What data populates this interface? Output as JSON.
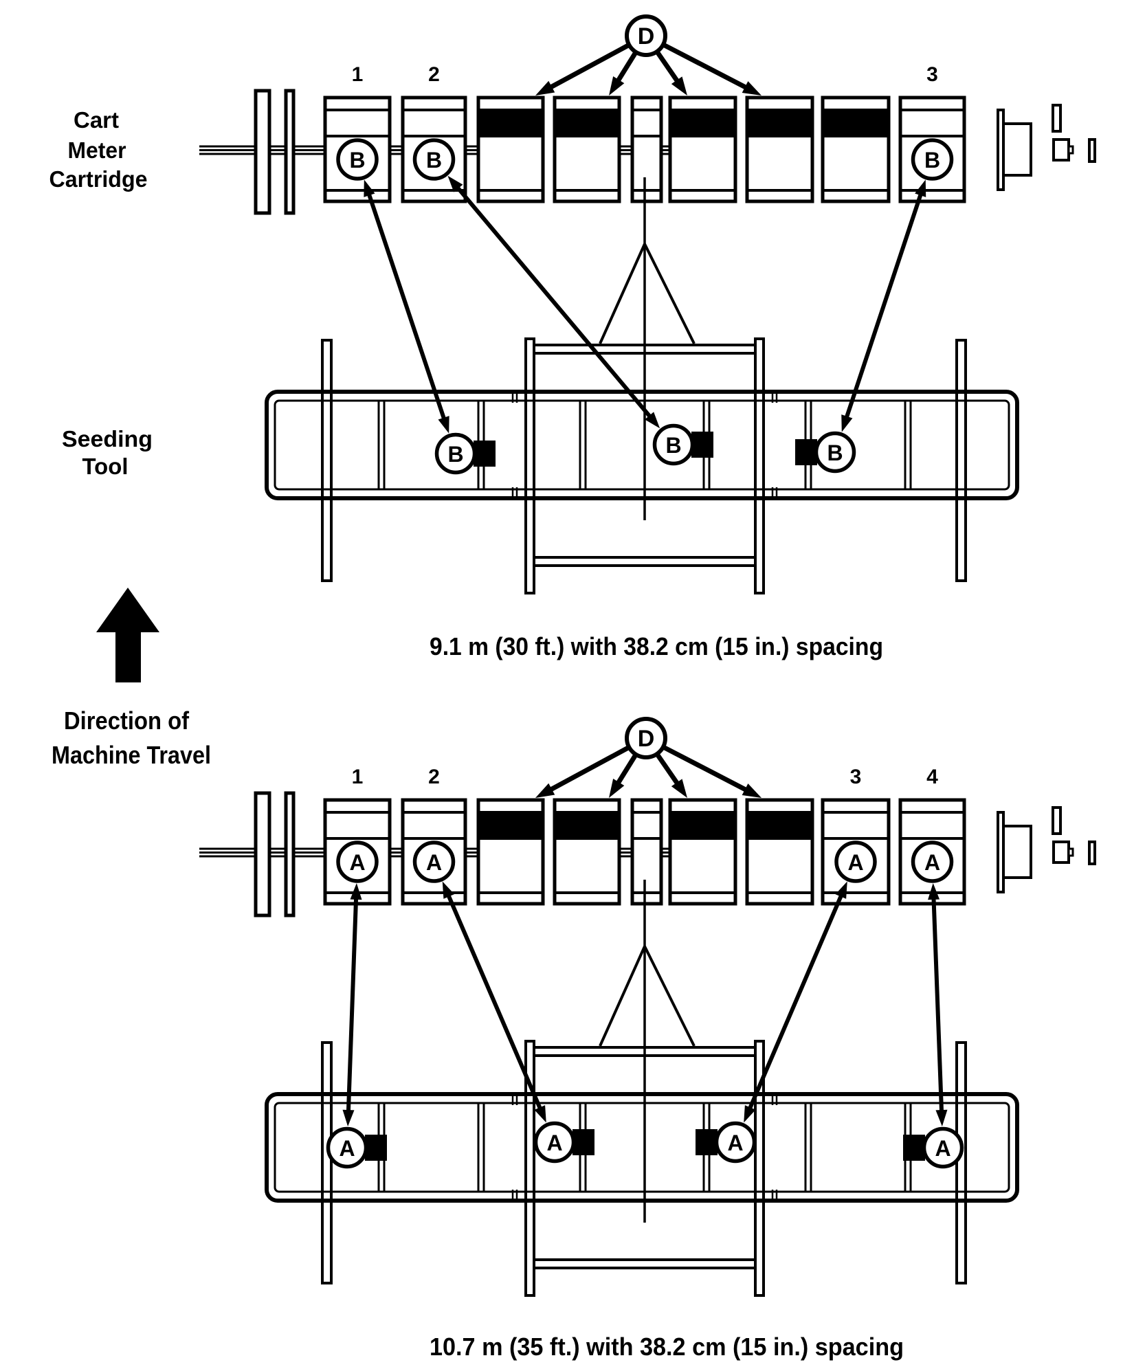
{
  "colors": {
    "ink": "#000000",
    "paper": "#ffffff"
  },
  "labels": {
    "cart_meter_cartridge": [
      "Cart",
      "Meter",
      "Cartridge"
    ],
    "seeding_tool": [
      "Seeding",
      "Tool"
    ],
    "direction_of_travel": [
      "Direction of",
      "Machine Travel"
    ]
  },
  "diagrams": [
    {
      "caption": "9.1 m (30 ft.) with 38.2 cm (15 in.) spacing",
      "callout": {
        "letter": "D"
      },
      "cartridge": {
        "slots": [
          {
            "type": "meter",
            "label": "1",
            "letter": "B"
          },
          {
            "type": "meter",
            "label": "2",
            "letter": "B"
          },
          {
            "type": "blank"
          },
          {
            "type": "blank"
          },
          {
            "type": "spacer"
          },
          {
            "type": "blank"
          },
          {
            "type": "blank"
          },
          {
            "type": "blank"
          },
          {
            "type": "meter",
            "label": "3",
            "letter": "B"
          }
        ]
      },
      "tool": {
        "meters": [
          {
            "letter": "B"
          },
          {
            "letter": "B"
          },
          {
            "letter": "B"
          }
        ]
      }
    },
    {
      "caption": "10.7 m (35 ft.) with 38.2 cm (15 in.) spacing",
      "callout": {
        "letter": "D"
      },
      "cartridge": {
        "slots": [
          {
            "type": "meter",
            "label": "1",
            "letter": "A"
          },
          {
            "type": "meter",
            "label": "2",
            "letter": "A"
          },
          {
            "type": "blank"
          },
          {
            "type": "blank"
          },
          {
            "type": "spacer"
          },
          {
            "type": "blank"
          },
          {
            "type": "blank"
          },
          {
            "type": "meter",
            "label": "3",
            "letter": "A"
          },
          {
            "type": "meter",
            "label": "4",
            "letter": "A"
          }
        ]
      },
      "tool": {
        "meters": [
          {
            "letter": "A"
          },
          {
            "letter": "A"
          },
          {
            "letter": "A"
          },
          {
            "letter": "A"
          }
        ]
      }
    }
  ]
}
